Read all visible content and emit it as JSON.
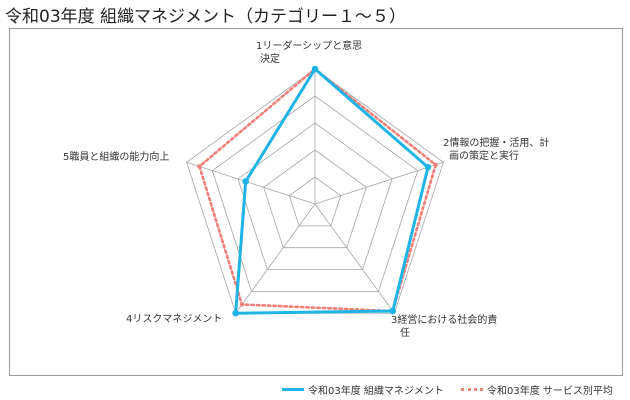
{
  "title": "令和03年度 組織マネジメント（カテゴリー１～５）",
  "chart_data": {
    "type": "radar",
    "categories": [
      [
        "1リーダーシップと意思",
        "決定"
      ],
      [
        "2情報の把握・活用、計",
        "画の策定と実行"
      ],
      [
        "3経営における社会的責",
        "任"
      ],
      [
        "4リスクマネジメント"
      ],
      [
        "5職員と組織の能力向上"
      ]
    ],
    "rlim": [
      0,
      5
    ],
    "gridlines": 5,
    "series": [
      {
        "name": "令和03年度 組織マネジメント",
        "values": [
          5.0,
          4.4,
          4.9,
          5.0,
          2.7
        ],
        "color": "#1fb4e6",
        "style": "solid"
      },
      {
        "name": "令和03年度 サービス別平均",
        "values": [
          5.0,
          4.7,
          4.9,
          4.6,
          4.5
        ],
        "color": "#ef7f77",
        "style": "dotted"
      }
    ],
    "legend_position": "bottom-right"
  }
}
